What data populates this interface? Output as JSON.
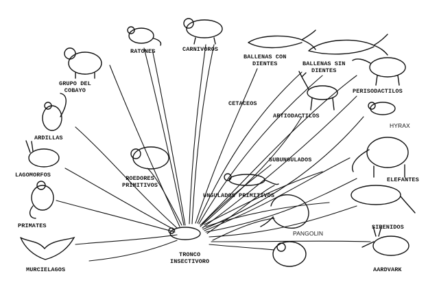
{
  "labels": {
    "ratones": "RATONES",
    "carnivoros": "CARNIVOROS",
    "ballenas_dientes": [
      "BALLENAS CON",
      "DIENTES"
    ],
    "ballenas_sin_dientes": [
      "BALLENAS SIN",
      "DIENTES"
    ],
    "cobayo": [
      "GRUPO DEL",
      "COBAYO"
    ],
    "cetaceos": "CETACEOS",
    "perisodactilos": "PERISODACTILOS",
    "artiodactilos": "ARTIODACTILOS",
    "hyrax": "HYRAX",
    "ardillas": "ARDILLAS",
    "subungulados": "SUBUNGULADOS",
    "lagomorfos": "LAGOMORFOS",
    "roedores_primitivos": [
      "ROEDORES",
      "PRIMITIVOS"
    ],
    "elefantes": "ELEFANTES",
    "ungulados_primitivos": "UNGULADOS PRIMITIVOS",
    "primates": "PRIMATES",
    "pangolin": "PANGOLIN",
    "sirenidos": "SIRENIDOS",
    "tronco": [
      "TRONCO",
      "INSECTIVORO"
    ],
    "murcielagos": "MURCIELAGOS",
    "aardvark": "AARDVARK"
  },
  "colors": {
    "ink": "#111111",
    "paper": "#ffffff"
  }
}
